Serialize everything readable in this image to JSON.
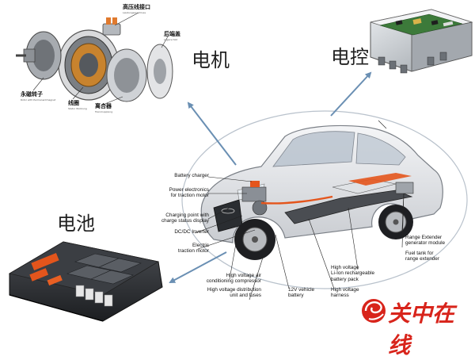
{
  "labels": {
    "motor": "电机",
    "controller": "电控",
    "battery": "电池"
  },
  "motor_parts": {
    "hv_connector": "高压线接口",
    "hv_connector_sub": "Leistungsanschluss",
    "rear_cover": "后端盖",
    "rear_cover_sub": "Lagerschild",
    "pm_rotor": "永磁转子",
    "pm_rotor_sub": "Rotor with Permanentmagnet",
    "coil": "线圈",
    "coil_sub": "Stator Wicklung",
    "clutch": "离合器",
    "clutch_sub": "Trennkupplung"
  },
  "callouts_left": [
    "Battery charger",
    "Power electronics\nfor traction motor",
    "Charging point with\ncharge status display",
    "DC/DC Inverter",
    "Electric\ntraction motor"
  ],
  "callouts_bottom": [
    "High voltage air\nconditioning compressor",
    "High voltage distribution\nunit and fuses",
    "12V vehicle\nbattery",
    "High voltage\nharness",
    "High voltage\nLi-Ion rechargeable\nbattery pack"
  ],
  "callouts_right": [
    "Range Extender\ngenerator module",
    "Fuel tank for\nrange extender"
  ],
  "watermark": {
    "text": "关中在线"
  },
  "colors": {
    "arrow": "#6a8fb3",
    "battery_orange": "#e3551c",
    "logo_red": "#d8241b"
  }
}
